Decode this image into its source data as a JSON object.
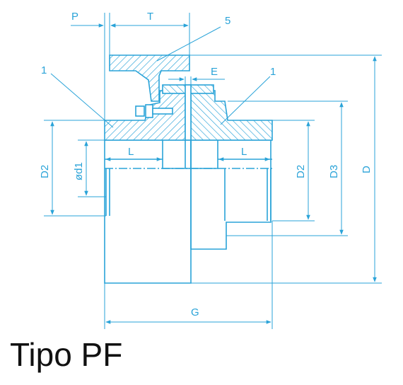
{
  "caption": "Tipo PF",
  "colors": {
    "line": "#2aa3d8",
    "caption": "#111111",
    "background": "#ffffff"
  },
  "labels": {
    "p": "P",
    "t": "T",
    "e": "E",
    "g": "G",
    "l_left": "L",
    "l_right": "L",
    "d2_left": "D2",
    "d1": "ød1",
    "d2_right": "D2",
    "d3": "D3",
    "d": "D",
    "part5": "5",
    "part1_left": "1",
    "part1_right": "1"
  }
}
